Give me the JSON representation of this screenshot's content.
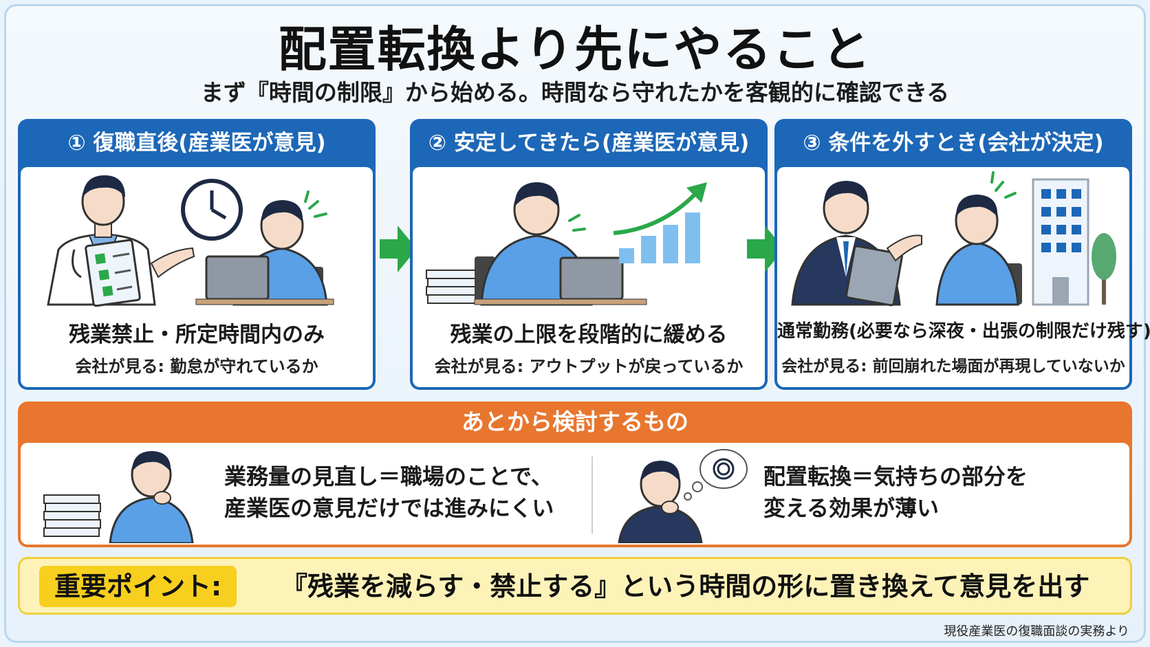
{
  "title": "配置転換より先にやること",
  "subtitle": "まず『時間の制限』から始める。時間なら守れたかを客観的に確認できる",
  "steps": [
    {
      "header": "① 復職直後(産業医が意見)",
      "main": "残業禁止・所定時間内のみ",
      "sub": "会社が見る: 勤怠が守れているか"
    },
    {
      "header": "② 安定してきたら(産業医が意見)",
      "main": "残業の上限を段階的に緩める",
      "sub": "会社が見る: アウトプットが戻っているか"
    },
    {
      "header": "③ 条件を外すとき(会社が決定)",
      "main": "通常勤務(必要なら深夜・出張の制限だけ残す)",
      "sub": "会社が見る: 前回崩れた場面が再現していないか"
    }
  ],
  "later": {
    "header": "あとから検討するもの",
    "items": [
      {
        "line1": "業務量の見直し＝職場のことで、",
        "line2": "産業医の意見だけでは進みにくい"
      },
      {
        "line1": "配置転換＝気持ちの部分を",
        "line2": "変える効果が薄い"
      }
    ]
  },
  "key_point": {
    "label": "重要ポイント:",
    "text": "『残業を減らす・禁止する』という時間の形に置き換えて意見を出す"
  },
  "credit": "現役産業医の復職面談の実務より",
  "colors": {
    "step_blue": "#1c67b7",
    "later_orange": "#e8762e",
    "key_yellow": "#f7cf1e",
    "arrow_green": "#2aa84a",
    "shirt_blue": "#5aa0e6"
  }
}
